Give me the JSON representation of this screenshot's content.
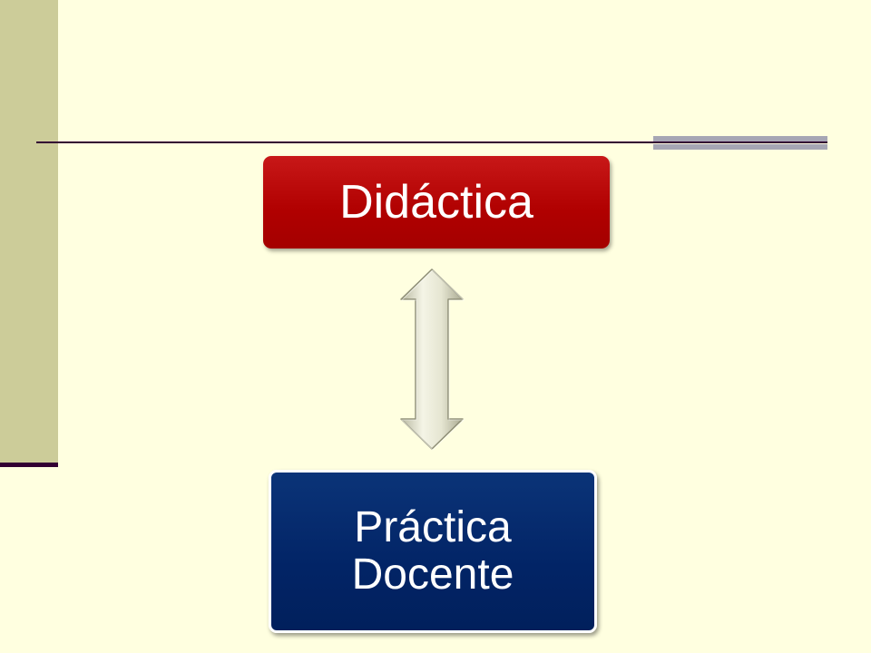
{
  "diagram": {
    "top_box": {
      "label": "Didáctica",
      "color": "#b00000"
    },
    "bottom_box": {
      "line1": "Práctica",
      "line2": "Docente",
      "color": "#022466"
    },
    "connector": {
      "type": "double-arrow",
      "direction": "vertical"
    }
  },
  "theme": {
    "background": "#ffffe0",
    "sidebar_color": "#cccc99",
    "rule_color": "#330033",
    "accent_color": "#a6a6b4"
  }
}
